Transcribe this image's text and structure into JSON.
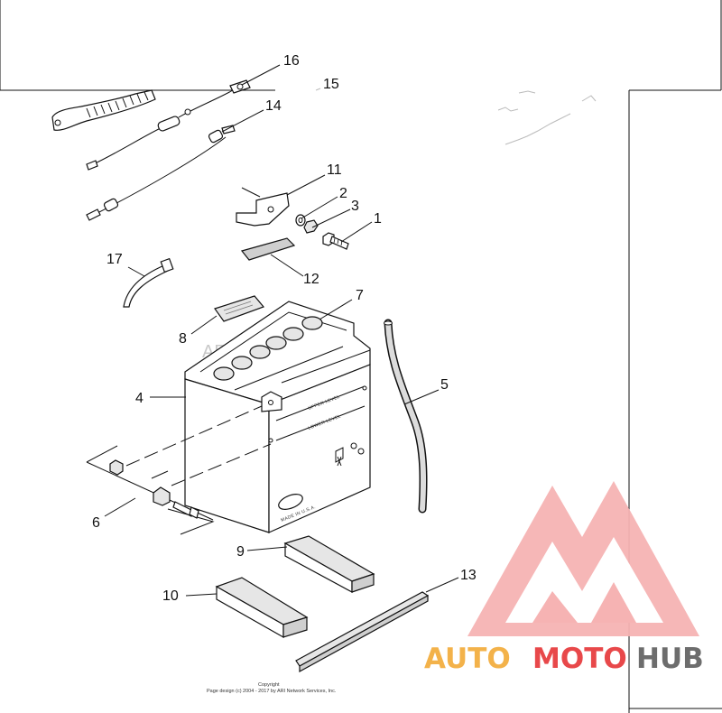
{
  "callouts": {
    "c1": "1",
    "c2": "2",
    "c3": "3",
    "c4": "4",
    "c5": "5",
    "c6": "6",
    "c7": "7",
    "c8": "8",
    "c9": "9",
    "c10": "10",
    "c11": "11",
    "c12": "12",
    "c13": "13",
    "c14": "14",
    "c15": "15",
    "c16": "16",
    "c17": "17"
  },
  "battery_labels": {
    "upper_level": "UPPER LEVEL",
    "lower_level": "LOWER LEVEL",
    "made_in": "MADE IN U.S.A."
  },
  "ari_mark": "ARI",
  "copyright": {
    "line1": "Copyright",
    "line2": "Page design (c) 2004 - 2017 by ARI Network Services, Inc."
  },
  "watermark": {
    "part1": "AUTO",
    "part2": "MOTO",
    "part3": "HUB",
    "color_orange": "#f3b24a",
    "color_red": "#e8484a",
    "color_gray": "#6d6d6d"
  }
}
